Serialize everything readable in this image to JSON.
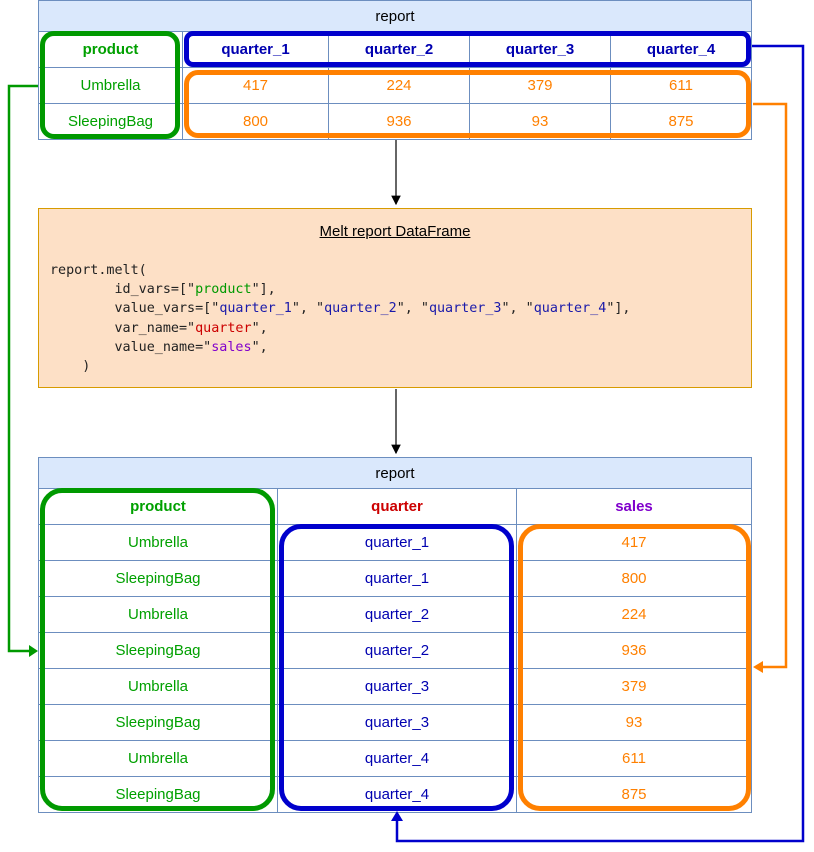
{
  "top_table": {
    "title": "report",
    "headers": [
      "product",
      "quarter_1",
      "quarter_2",
      "quarter_3",
      "quarter_4"
    ],
    "rows": [
      [
        "Umbrella",
        "417",
        "224",
        "379",
        "611"
      ],
      [
        "SleepingBag",
        "800",
        "936",
        "93",
        "875"
      ]
    ]
  },
  "melt_box": {
    "title": "Melt report DataFrame",
    "code": {
      "line1": "report.melt(",
      "id_vars_prefix": "        id_vars=[\"",
      "id_var": "product",
      "id_vars_suffix": "\"],",
      "value_vars_prefix": "        value_vars=[\"",
      "value_vars": [
        "quarter_1",
        "quarter_2",
        "quarter_3",
        "quarter_4"
      ],
      "sep": "\", \"",
      "value_vars_suffix": "\"],",
      "var_name_prefix": "        var_name=\"",
      "var_name": "quarter",
      "var_name_suffix": "\",",
      "value_name_prefix": "        value_name=\"",
      "value_name": "sales",
      "value_name_suffix": "\",",
      "close": "    )"
    }
  },
  "bottom_table": {
    "title": "report",
    "headers": [
      "product",
      "quarter",
      "sales"
    ],
    "rows": [
      [
        "Umbrella",
        "quarter_1",
        "417"
      ],
      [
        "SleepingBag",
        "quarter_1",
        "800"
      ],
      [
        "Umbrella",
        "quarter_2",
        "224"
      ],
      [
        "SleepingBag",
        "quarter_2",
        "936"
      ],
      [
        "Umbrella",
        "quarter_3",
        "379"
      ],
      [
        "SleepingBag",
        "quarter_3",
        "93"
      ],
      [
        "Umbrella",
        "quarter_4",
        "611"
      ],
      [
        "SleepingBag",
        "quarter_4",
        "875"
      ]
    ]
  },
  "colors": {
    "product": "#009900",
    "quarter_columns": "#0000cc",
    "values": "#ff8000",
    "header_fill": "#dae8fc",
    "melt_fill": "#fde0c6"
  }
}
